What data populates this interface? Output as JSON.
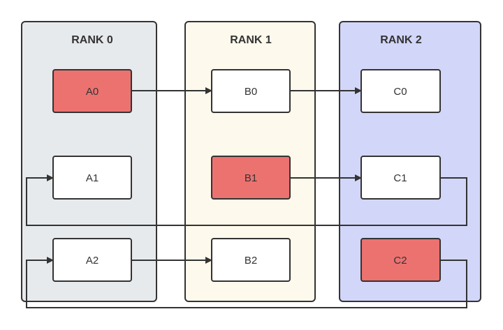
{
  "colors": {
    "rank0_fill": "#E7EAED",
    "rank1_fill": "#FDF9EC",
    "rank2_fill": "#D2D6F8",
    "node_fill": "#FFFFFF",
    "node_highlight": "#EC7270",
    "stroke": "#333333"
  },
  "ranks": [
    {
      "title": "RANK 0"
    },
    {
      "title": "RANK 1"
    },
    {
      "title": "RANK 2"
    }
  ],
  "nodes": {
    "A0": {
      "label": "A0",
      "highlighted": true
    },
    "A1": {
      "label": "A1",
      "highlighted": false
    },
    "A2": {
      "label": "A2",
      "highlighted": false
    },
    "B0": {
      "label": "B0",
      "highlighted": false
    },
    "B1": {
      "label": "B1",
      "highlighted": true
    },
    "B2": {
      "label": "B2",
      "highlighted": false
    },
    "C0": {
      "label": "C0",
      "highlighted": false
    },
    "C1": {
      "label": "C1",
      "highlighted": false
    },
    "C2": {
      "label": "C2",
      "highlighted": true
    }
  },
  "edges": [
    {
      "from": "A0",
      "to": "B0"
    },
    {
      "from": "B0",
      "to": "C0"
    },
    {
      "from": "B1",
      "to": "C1"
    },
    {
      "from": "A2",
      "to": "B2"
    },
    {
      "from": "C1",
      "to": "A1"
    },
    {
      "from": "C2",
      "to": "A2"
    }
  ]
}
